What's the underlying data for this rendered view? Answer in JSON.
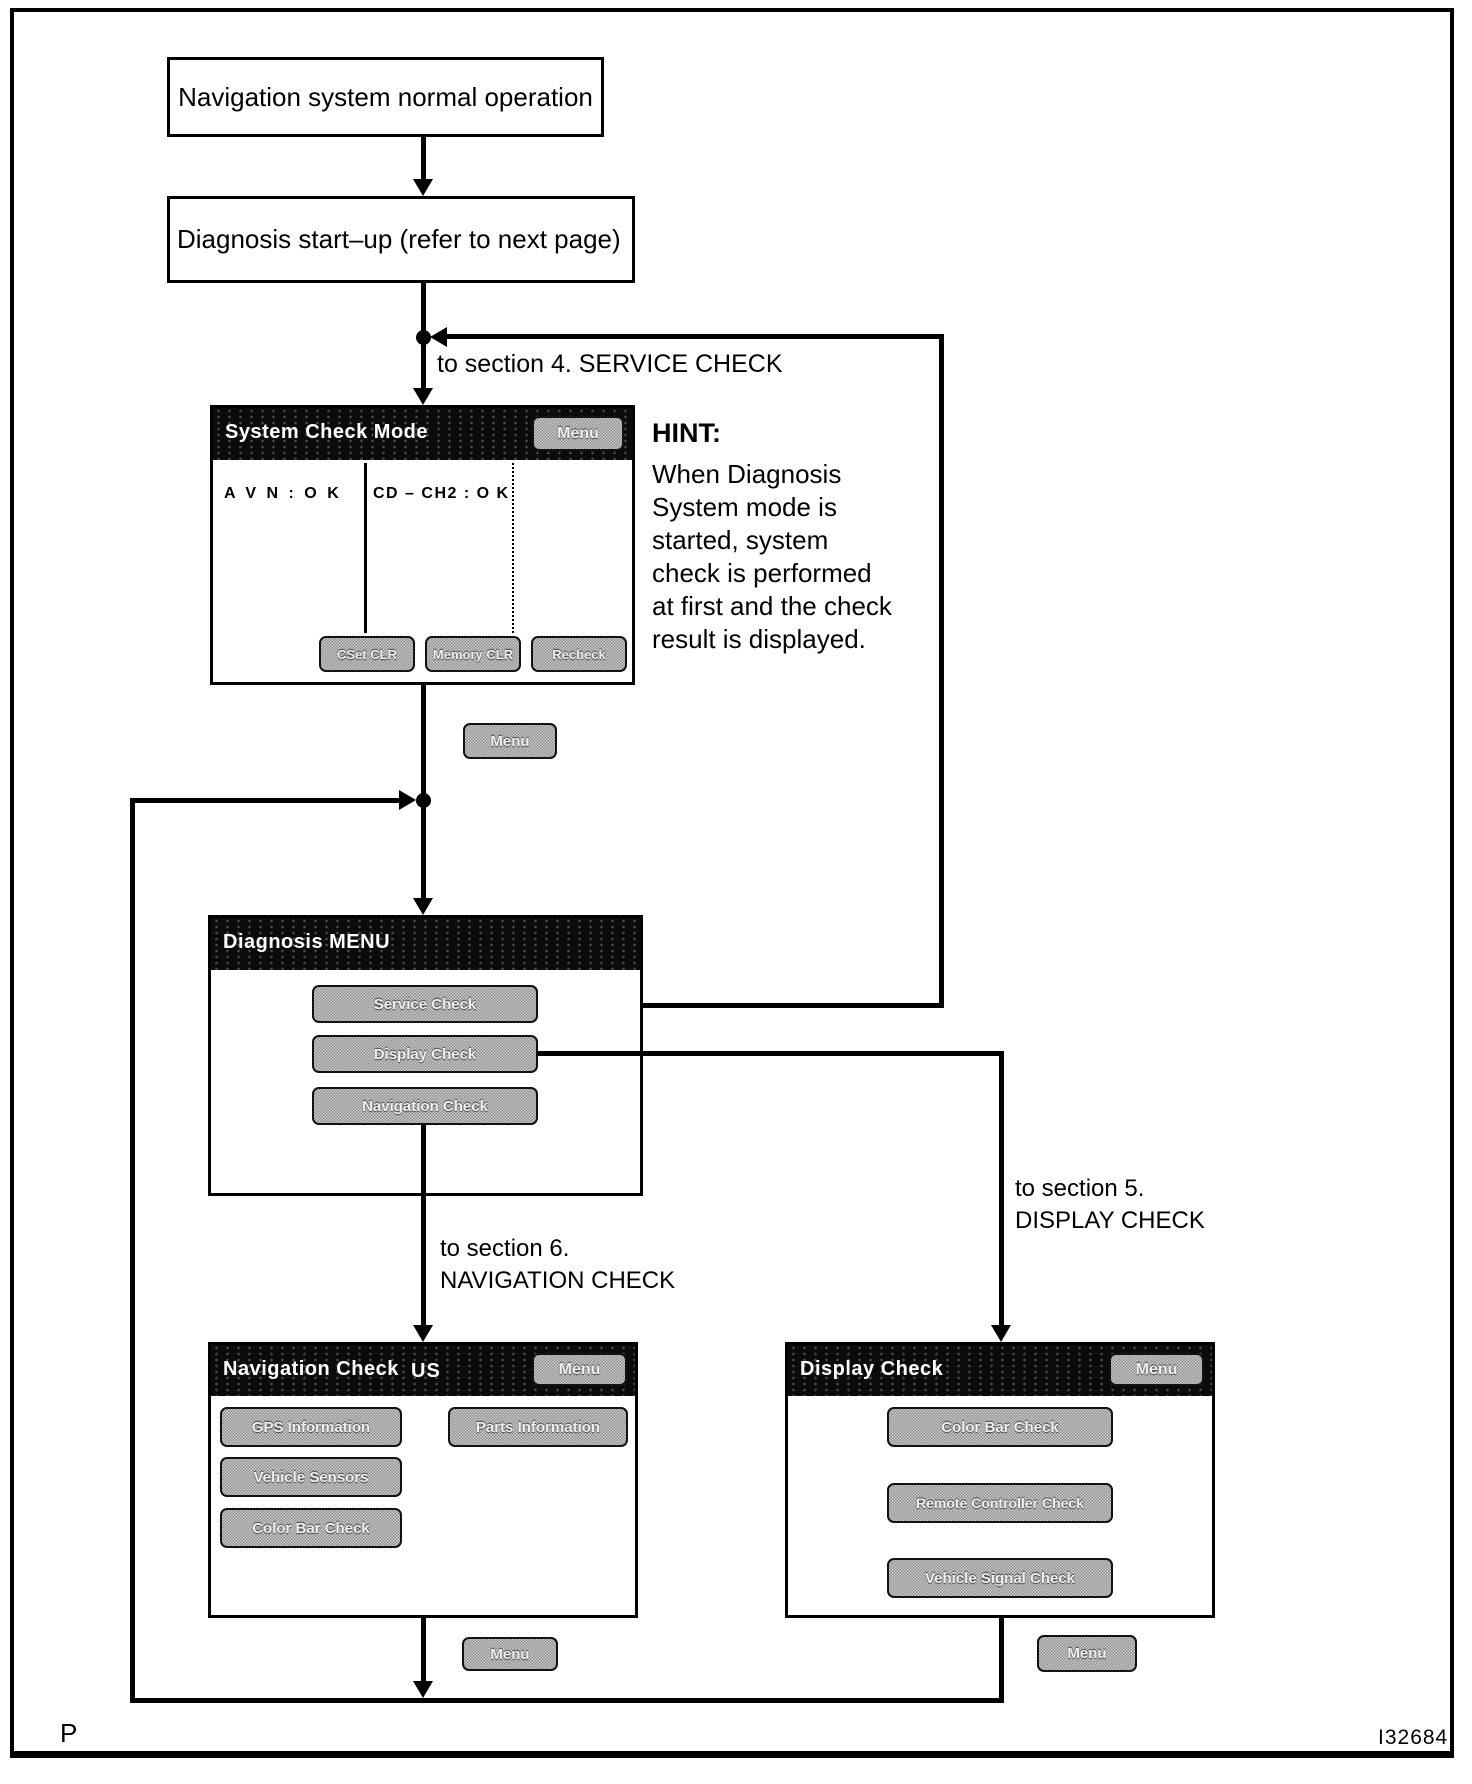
{
  "figure": {
    "code": "I32684",
    "page_marker": "P"
  },
  "flowchart": {
    "box_normal_operation": "Navigation system normal operation",
    "box_diagnosis_startup": "Diagnosis start–up (refer to next page)",
    "label_to_section4": "to section 4. SERVICE CHECK",
    "label_to_section6": "to section 6.\nNAVIGATION CHECK",
    "label_to_section5": "to section 5.\nDISPLAY CHECK"
  },
  "hint": {
    "title": "HINT:",
    "body": "When Diagnosis\nSystem mode is\nstarted, system\ncheck is performed\nat first and the check\nresult is displayed."
  },
  "screens": {
    "system_check_mode": {
      "title": "System Check Mode",
      "menu_button": "Menu",
      "result_avn": "A V N : O K",
      "result_cd": "CD – CH2 : O K",
      "buttons": [
        "CSet CLR",
        "Memory CLR",
        "Recheck"
      ]
    },
    "diagnosis_menu": {
      "title": "Diagnosis MENU",
      "buttons": [
        "Service Check",
        "Display Check",
        "Navigation Check"
      ]
    },
    "navigation_check": {
      "title": "Navigation Check",
      "region": "US",
      "menu_button": "Menu",
      "left_buttons": [
        "GPS Information",
        "Vehicle Sensors",
        "Color Bar Check"
      ],
      "right_buttons": [
        "Parts Information"
      ]
    },
    "display_check": {
      "title": "Display Check",
      "menu_button": "Menu",
      "buttons": [
        "Color Bar Check",
        "Remote Controller Check",
        "Vehicle Signal Check"
      ]
    }
  },
  "menu_buttons": {
    "below_system_check": "Menu",
    "below_navigation_check": "Menu",
    "below_display_check": "Menu"
  },
  "colors": {
    "ink": "#000000",
    "paper": "#ffffff",
    "button_fill": "#cdcdcd",
    "header_fill": "#0b0b0b"
  }
}
